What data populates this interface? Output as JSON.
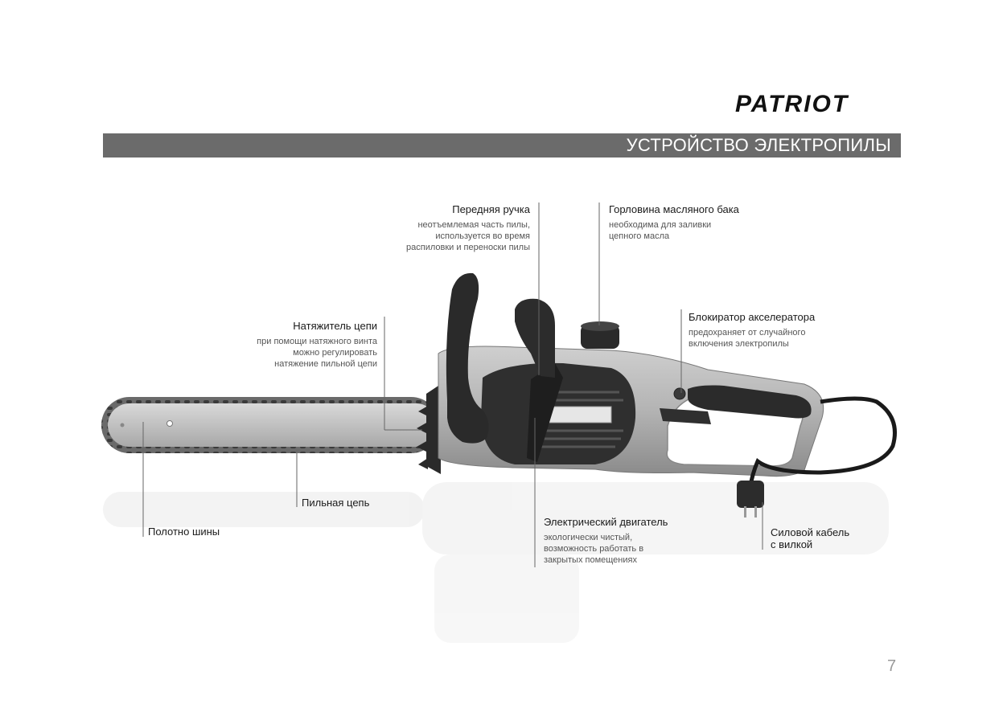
{
  "brand": {
    "logo_text": "PATRIOT"
  },
  "header": {
    "title": "УСТРОЙСТВО ЭЛЕКТРОПИЛЫ"
  },
  "callouts": {
    "front_handle": {
      "title": "Передняя ручка",
      "desc": [
        "неотъемлемая часть пилы,",
        "используется во время",
        "распиловки и переноски пилы"
      ]
    },
    "oil_tank": {
      "title": "Горловина масляного бака",
      "desc": [
        "необходима для заливки",
        "цепного масла"
      ]
    },
    "chain_tensioner": {
      "title": "Натяжитель цепи",
      "desc": [
        "при помощи натяжного винта",
        "можно регулировать",
        "натяжение пильной цепи"
      ]
    },
    "throttle_lock": {
      "title": "Блокиратор акселератора",
      "desc": [
        "предохраняет от случайного",
        "включения электропилы"
      ]
    },
    "saw_chain": {
      "title": "Пильная цепь"
    },
    "guide_bar": {
      "title": "Полотно шины"
    },
    "motor": {
      "title": "Электрический двигатель",
      "desc": [
        "экологически чистый,",
        "возможность работать в",
        "закрытых помещениях"
      ]
    },
    "power_cable": {
      "title": [
        "Силовой кабель",
        "с вилкой"
      ]
    }
  },
  "page_number": "7",
  "colors": {
    "title_bar": "#6b6b6b",
    "title_text": "#ffffff",
    "body_text": "#1a1a1a",
    "desc_text": "#555555"
  }
}
